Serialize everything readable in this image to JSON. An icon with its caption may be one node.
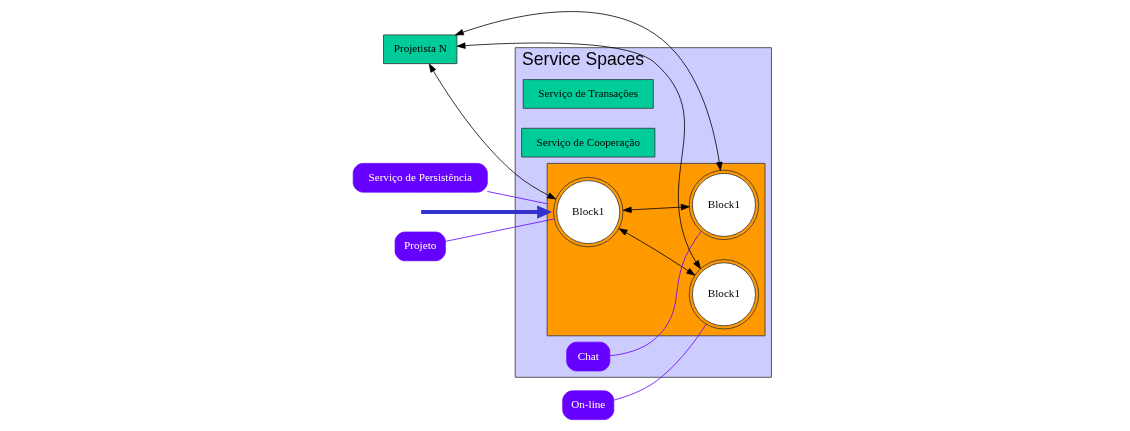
{
  "diagram": {
    "nodes": [
      {
        "text": [
          "Projetista N"
        ]
      },
      {
        "text": [
          "Service Spaces"
        ]
      },
      {
        "text": [],
        "shape": "box",
        "in": 1
      },
      {
        "text": [
          "Block1"
        ],
        "in": 2
      },
      {
        "text": [
          "Block1"
        ],
        "in": 2
      },
      {
        "text": [
          "Block1"
        ],
        "in": 2
      },
      {
        "text": [
          "Projeto"
        ]
      },
      {
        "text": [
          "On-line"
        ]
      },
      {
        "text": [
          "Serviço de Transações"
        ],
        "in": 1
      },
      {
        "text": [
          "Serviço de Cooperação"
        ],
        "in": 1
      },
      {
        "text": [
          "Serviço de Persistência"
        ]
      },
      {
        "text": [
          "Chat"
        ],
        "in": 1
      }
    ],
    "edges": [
      {
        "from": 0,
        "to": 4,
        "arrow": "both"
      },
      {
        "from": 0,
        "to": 3,
        "arrow": "both"
      },
      {
        "from": 0,
        "to": 5,
        "arrow": "both"
      },
      {
        "from": 3,
        "to": 4,
        "arrow": "both"
      },
      {
        "from": 3,
        "to": 5,
        "arrow": "both"
      },
      {
        "from": 6,
        "to": 3,
        "arrow": "none",
        "color": "#6600ff"
      },
      {
        "from": 7,
        "to": 4,
        "arrow": "none",
        "color": "#6600ff"
      },
      {
        "from": 10,
        "to": 2,
        "arrow": "none",
        "color": "#6600ff"
      },
      {
        "from": 11,
        "to": 5,
        "arrow": "none",
        "color": "#6600ff"
      },
      {
        "from": null,
        "to": 2,
        "arrow": "to",
        "style": "thick",
        "color": "#3333cc"
      }
    ]
  }
}
